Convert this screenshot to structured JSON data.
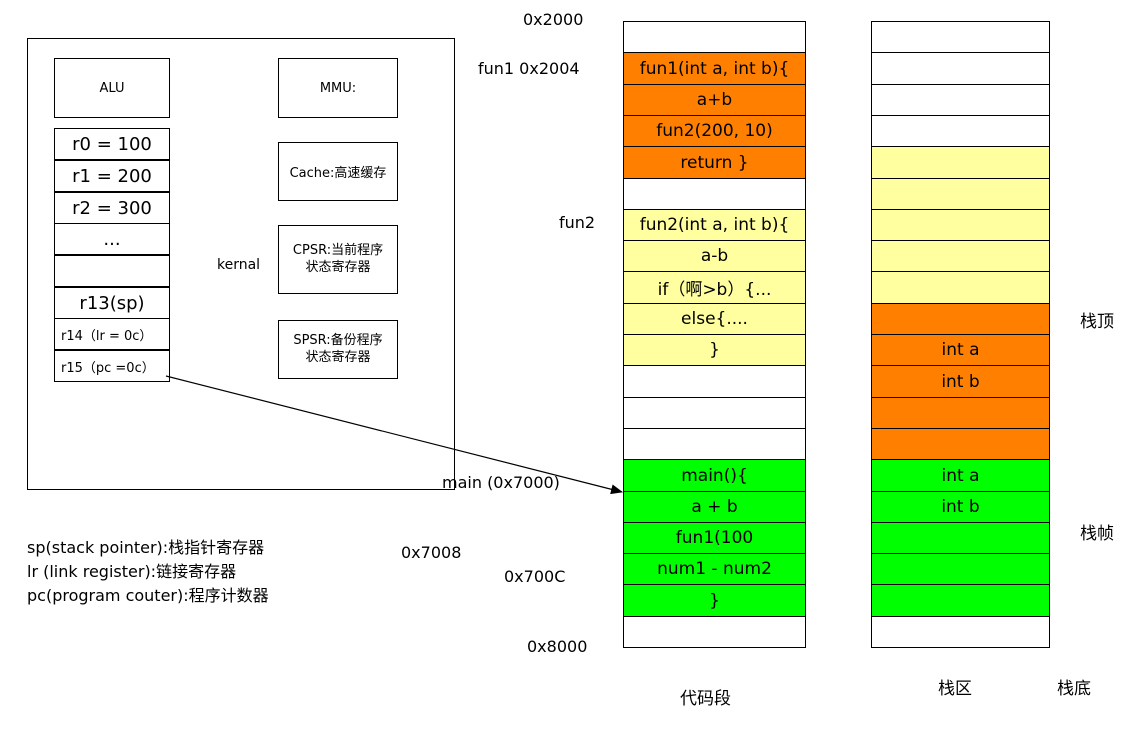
{
  "cpu": {
    "alu": "ALU",
    "mmu": "MMU:",
    "cache": "Cache:高速缓存",
    "cpsr_line1": "CPSR:当前程序",
    "cpsr_line2": "状态寄存器",
    "spsr_line1": "SPSR:备份程序",
    "spsr_line2": "状态寄存器",
    "kernal": "kernal",
    "registers": [
      "r0 = 100",
      "r1 = 200",
      "r2 = 300",
      "...",
      "",
      "r13(sp)",
      "r14（lr = 0c）",
      "r15（pc =0c）"
    ]
  },
  "legend": [
    "sp(stack pointer):栈指针寄存器",
    "lr (link register):链接寄存器",
    "pc(program couter):程序计数器"
  ],
  "addresses": {
    "a2000": "0x2000",
    "fun1": "fun1 0x2004",
    "fun2": "fun2",
    "main": "main (0x7000)",
    "a7008": "0x7008",
    "a700c": "0x700C",
    "a8000": "0x8000"
  },
  "code_segment": {
    "label": "代码段",
    "cells": [
      {
        "text": "",
        "color": "white"
      },
      {
        "text": "fun1(int a, int b){",
        "color": "orange"
      },
      {
        "text": "a+b",
        "color": "orange"
      },
      {
        "text": "fun2(200, 10)",
        "color": "orange"
      },
      {
        "text": "return }",
        "color": "orange"
      },
      {
        "text": "",
        "color": "white"
      },
      {
        "text": "fun2(int a, int b){",
        "color": "yellow"
      },
      {
        "text": "a-b",
        "color": "yellow"
      },
      {
        "text": "if（啊>b）{...",
        "color": "yellow"
      },
      {
        "text": "else{....",
        "color": "yellow"
      },
      {
        "text": "}",
        "color": "yellow"
      },
      {
        "text": "",
        "color": "white"
      },
      {
        "text": "",
        "color": "white"
      },
      {
        "text": "",
        "color": "white"
      },
      {
        "text": "main(){",
        "color": "green"
      },
      {
        "text": "a + b",
        "color": "green"
      },
      {
        "text": "fun1(100",
        "color": "green"
      },
      {
        "text": "num1 - num2",
        "color": "green"
      },
      {
        "text": "}",
        "color": "green"
      },
      {
        "text": "",
        "color": "white"
      }
    ]
  },
  "stack": {
    "label": "栈区",
    "top_label": "栈顶",
    "frame_label": "栈帧",
    "bottom_label": "栈底",
    "cells": [
      {
        "text": "",
        "color": "white"
      },
      {
        "text": "",
        "color": "white"
      },
      {
        "text": "",
        "color": "white"
      },
      {
        "text": "",
        "color": "white"
      },
      {
        "text": "",
        "color": "yellow"
      },
      {
        "text": "",
        "color": "yellow"
      },
      {
        "text": "",
        "color": "yellow"
      },
      {
        "text": "",
        "color": "yellow"
      },
      {
        "text": "",
        "color": "yellow"
      },
      {
        "text": "",
        "color": "orange"
      },
      {
        "text": "int a",
        "color": "orange"
      },
      {
        "text": "int b",
        "color": "orange"
      },
      {
        "text": "",
        "color": "orange"
      },
      {
        "text": "",
        "color": "orange"
      },
      {
        "text": "int a",
        "color": "green"
      },
      {
        "text": "int b",
        "color": "green"
      },
      {
        "text": "",
        "color": "green"
      },
      {
        "text": "",
        "color": "green"
      },
      {
        "text": "",
        "color": "green"
      },
      {
        "text": "",
        "color": "white"
      }
    ]
  },
  "colors": {
    "fun1": "#ff8000",
    "fun2": "#ffff9f",
    "main": "#00ff00"
  }
}
